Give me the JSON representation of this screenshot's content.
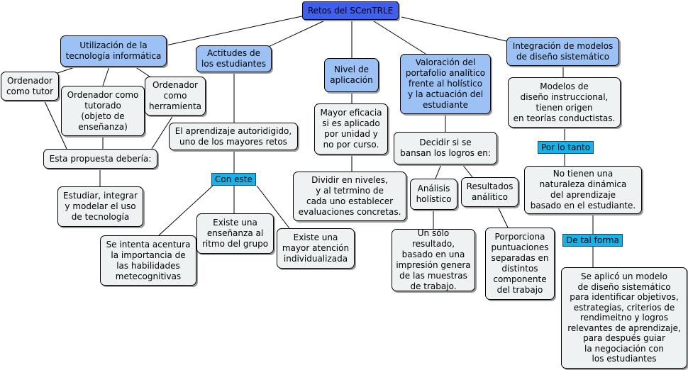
{
  "root": "Retos del SCenTRLE",
  "branches": {
    "tecnologia": {
      "title": "Utilización de la\ntecnología informática",
      "tutor": "Ordenador\ncomo tutor",
      "tutorado": "Ordenador como\ntutorado\n(objeto de\nenseñanza)",
      "herramienta": "Ordenador\ncomo\nherramienta",
      "propuesta": "Esta propuesta debería:",
      "estudiar": "Estudiar, integrar\ny modelar el uso\nde tecnología"
    },
    "actitudes": {
      "title": "Actitudes de\nlos estudiantes",
      "autodirigido": "El aprendizaje autoridigido,\nuno de los mayores retos",
      "link": "Con este",
      "metacognitivas": "Se intenta acentura\nla importancia de\nlas habilidades\nmetecognitivas",
      "ritmo": "Existe una\nenseñanza al\nritmo del grupo",
      "atencion": "Existe una\nmayor atención\nindividualizada"
    },
    "nivel": {
      "title": "Nivel de\naplicación",
      "eficacia": "Mayor eficacia\nsi es aplicado\npor unidad y\nno por curso.",
      "dividir": "Dividir en niveles,\ny al tetrmino de\ncada uno establecer\nevaluaciones concretas."
    },
    "portafolio": {
      "title": "Valoración del\nportafolio analítico\nfrente al holístico\ny la actuación del\nestudiante",
      "decidir": "Decidir si se\nbansan los logros en:",
      "holistico": "Análisis\nholístico",
      "analitico": "Resultados\nanálitico",
      "unico": "Un sólo resultado,\nbasado en una\nimpresión genera\nde las muestras\nde trabajo.",
      "puntuaciones": "Porporciona\npuntuaciones\nseparadas en\ndistintos\ncomponente\ndel trabajo"
    },
    "modelos": {
      "title": "Integración de modelos\nde diseño sistemático",
      "origen": "Modelos de\ndiseño instruccional,\ntienen origen\nen teorías conductistas.",
      "link1": "Por lo tanto",
      "naturaleza": "No tienen una\nnaturaleza dinámica\ndel aprendizaje\nbasado en el estudiante.",
      "link2": "De tal forma",
      "aplico": "Se aplicó un modelo\nde diseño sistemático\npara identificar objetivos,\nestrategias, criterios de\nrendimeitno y logros\nrelevantes de aprendizaje,\npara después guiar\nla negociación con\nlos estudiantes"
    }
  },
  "colors": {
    "root": "#3f5ff0",
    "topic": "#9cc2f5",
    "concept": "#eef2f2",
    "link": "#15b3ea"
  }
}
